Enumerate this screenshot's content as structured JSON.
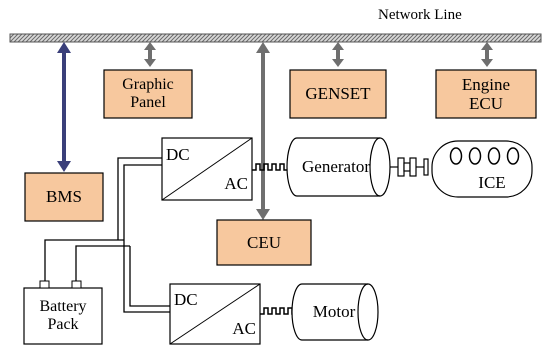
{
  "network_label": "Network Line",
  "blocks": {
    "graphic_panel": {
      "line1": "Graphic",
      "line2": "Panel"
    },
    "genset": {
      "label": "GENSET"
    },
    "engine_ecu": {
      "line1": "Engine",
      "line2": "ECU"
    },
    "bms": {
      "label": "BMS"
    },
    "ceu": {
      "label": "CEU"
    },
    "battery_pack": {
      "line1": "Battery",
      "line2": "Pack"
    },
    "converter_top": {
      "dc": "DC",
      "ac": "AC"
    },
    "converter_bottom": {
      "dc": "DC",
      "ac": "AC"
    },
    "generator": {
      "label": "Generator"
    },
    "motor": {
      "label": "Motor"
    },
    "ice": {
      "label": "ICE"
    }
  },
  "colors": {
    "block_fill": "#f7c89e",
    "bus_hatch": "#8a8a8a",
    "bms_arrow": "#3a3f7a",
    "arrow_gray": "#6f6f6f"
  }
}
